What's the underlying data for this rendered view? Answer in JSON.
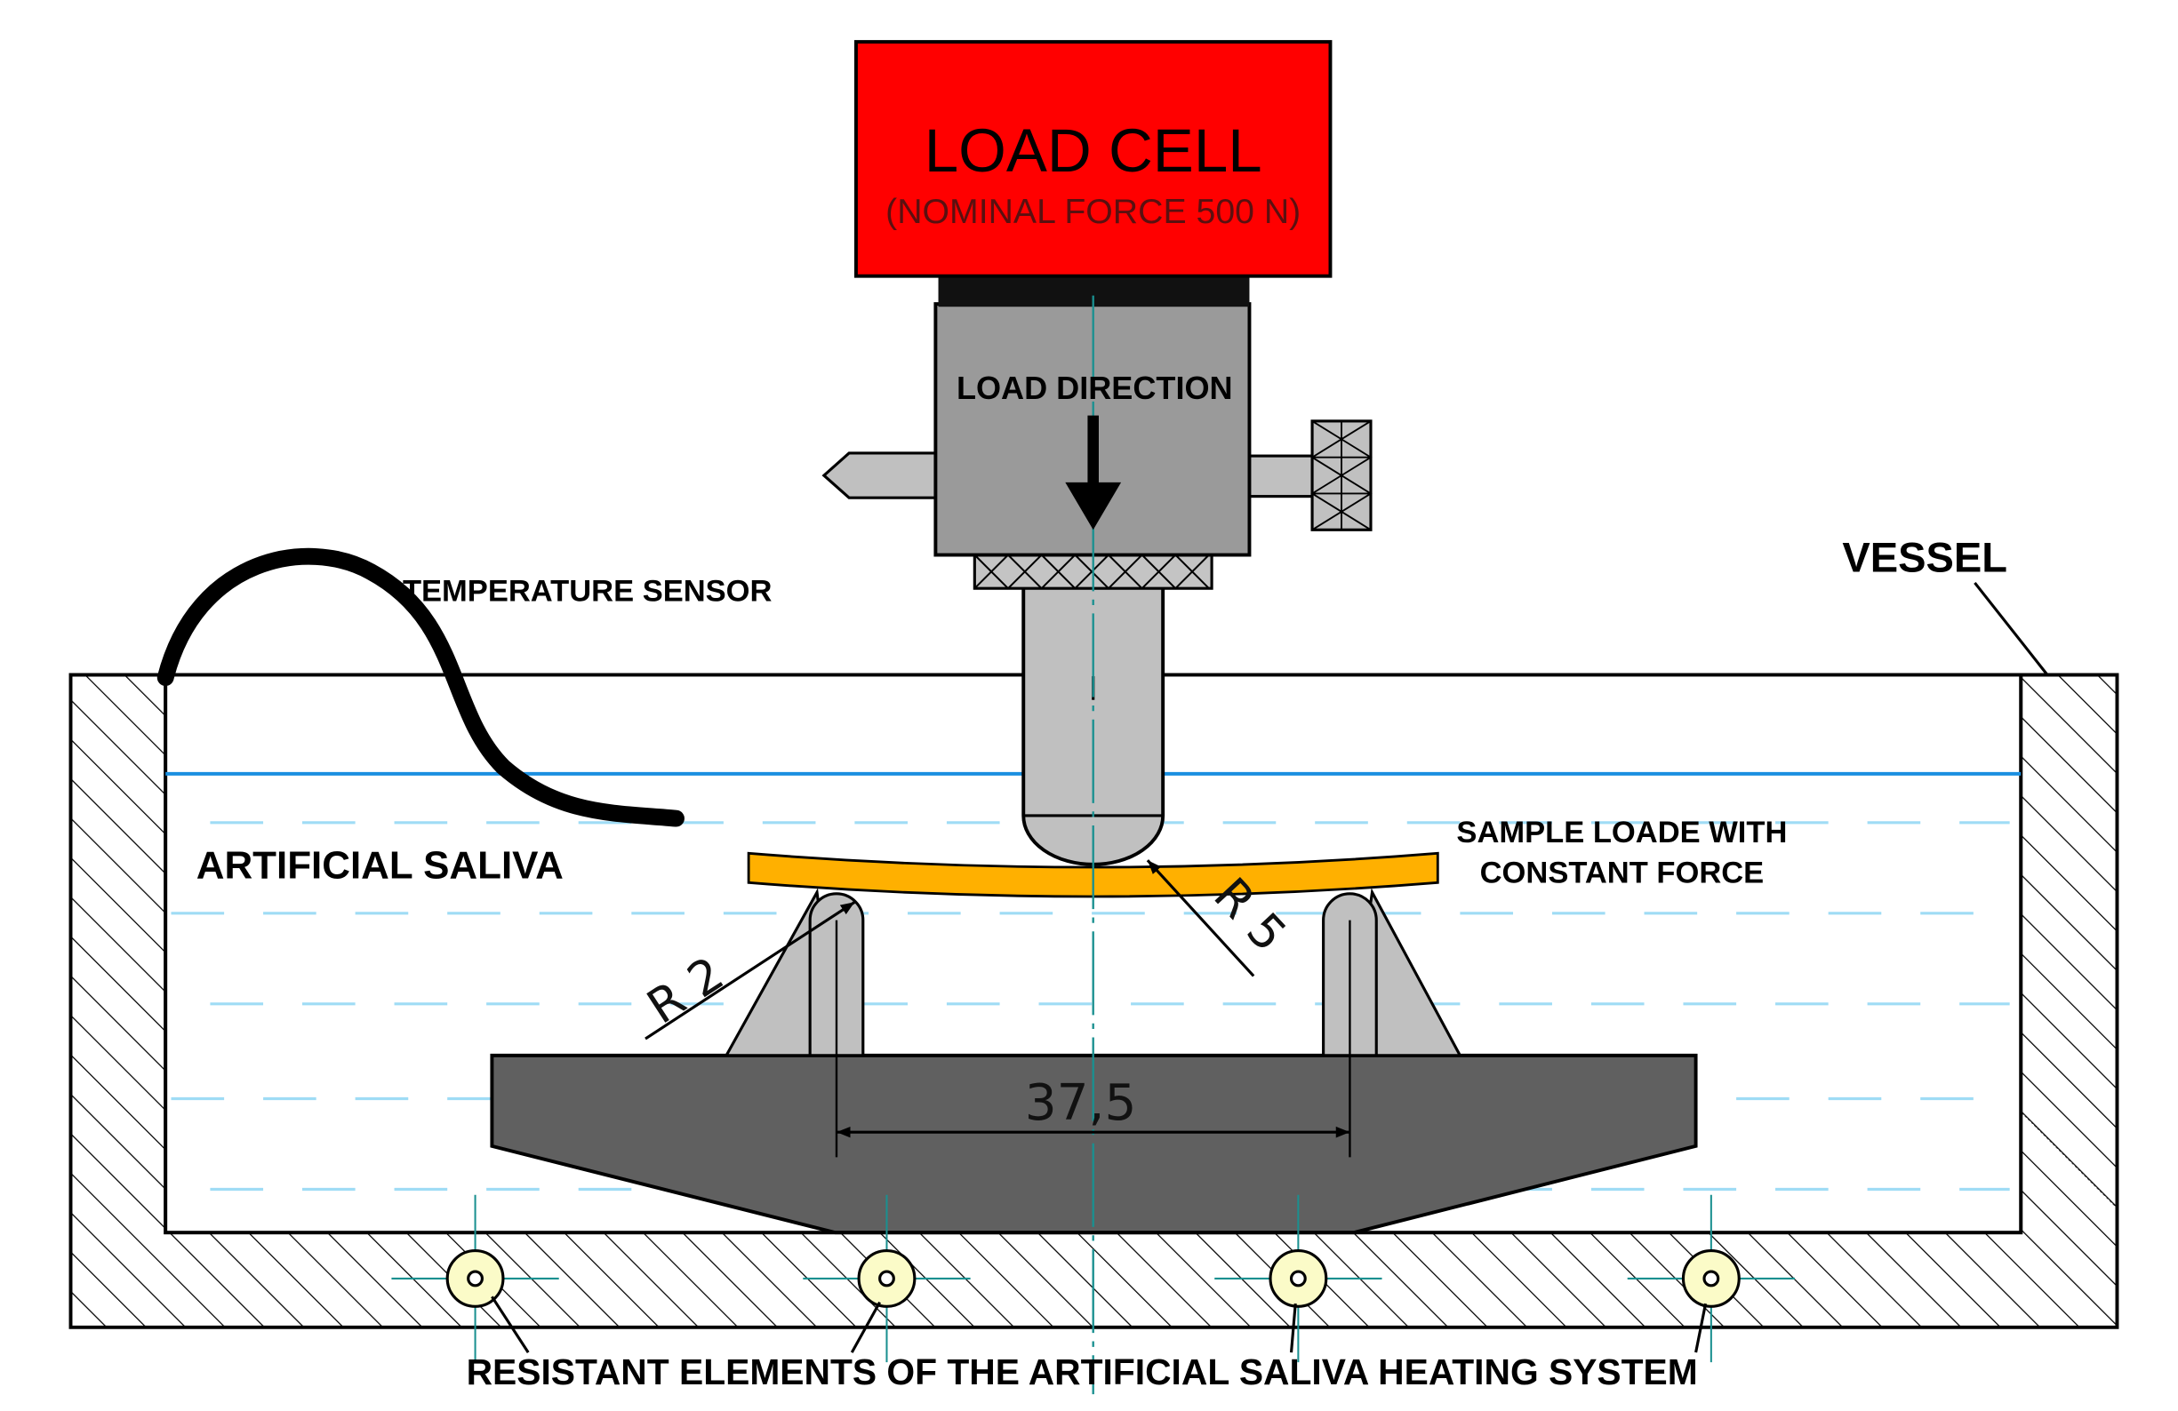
{
  "load_cell": {
    "title": "LOAD CELL",
    "subtitle": "(NOMINAL FORCE 500 N)",
    "color": "#ff0000"
  },
  "labels": {
    "load_direction": "LOAD DIRECTION",
    "temperature_sensor": "TEMPERATURE SENSOR",
    "vessel": "VESSEL",
    "artificial_saliva": "ARTIFICIAL SALIVA",
    "sample_line1": "SAMPLE LOADE WITH",
    "sample_line2": "CONSTANT FORCE",
    "heating_system": "RESISTANT ELEMENTS OF THE ARTIFICIAL SALIVA HEATING SYSTEM"
  },
  "dimensions": {
    "radius_support": "R 2",
    "radius_indenter": "R 5",
    "span": "37,5"
  },
  "colors": {
    "liquid_surface": "#1a8fe0",
    "liquid_dash": "#9fdcf5",
    "sample": "#ffb000",
    "metal_light": "#c0c0c0",
    "metal_mid": "#9a9a9a",
    "base_dark": "#606060",
    "heater_fill": "#fbfbc8",
    "center_line": "#1a9090"
  }
}
